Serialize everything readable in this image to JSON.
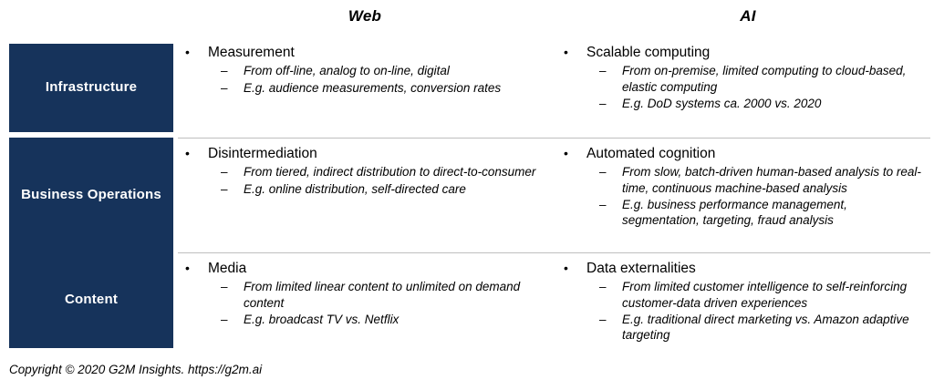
{
  "headers": {
    "left_spacer": "",
    "web": "Web",
    "ai": "AI"
  },
  "bullets": {
    "level1_marker": "•",
    "level2_marker": "–"
  },
  "colors": {
    "label_box": "#16335b",
    "label_text": "#ffffff",
    "divider": "#bfbfbf",
    "body_text": "#000000",
    "background": "#ffffff"
  },
  "rows": [
    {
      "label": "Infrastructure",
      "web": {
        "heading": "Measurement",
        "subs": [
          "From off-line, analog to on-line, digital",
          "E.g. audience measurements, conversion rates"
        ]
      },
      "ai": {
        "heading": "Scalable computing",
        "subs": [
          "From on-premise, limited computing to cloud-based, elastic computing",
          "E.g. DoD systems ca. 2000 vs. 2020"
        ]
      }
    },
    {
      "label": "Business Operations",
      "web": {
        "heading": "Disintermediation",
        "subs": [
          "From tiered, indirect distribution to direct-to-consumer",
          "E.g. online distribution, self-directed care"
        ]
      },
      "ai": {
        "heading": "Automated cognition",
        "subs": [
          "From slow, batch-driven human-based analysis to real-time, continuous machine-based analysis",
          "E.g. business performance management, segmentation, targeting, fraud analysis"
        ]
      }
    },
    {
      "label": "Content",
      "web": {
        "heading": "Media",
        "subs": [
          "From limited linear content to unlimited on demand content",
          "E.g. broadcast TV vs. Netflix"
        ]
      },
      "ai": {
        "heading": "Data externalities",
        "subs": [
          "From limited customer intelligence to self-reinforcing customer-data driven experiences",
          "E.g. traditional direct marketing vs. Amazon adaptive targeting"
        ]
      }
    }
  ],
  "footer": {
    "copyright": "Copyright © 2020 G2M Insights. https://g2m.ai"
  }
}
